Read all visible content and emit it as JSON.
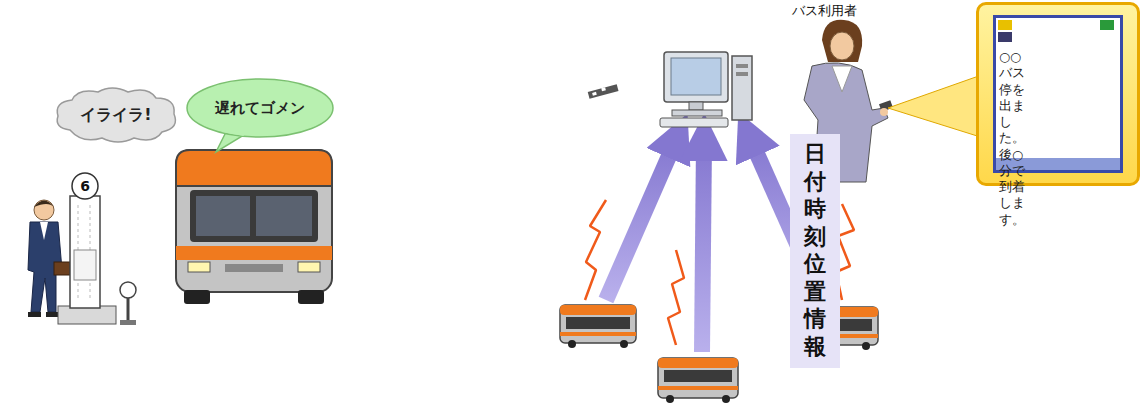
{
  "diagram": {
    "nodes": [
      {
        "text": [
          "イライラ!"
        ]
      },
      {
        "text": [
          "遅れてゴメン"
        ]
      },
      {
        "text": [
          "○○バス停を 出ました。 後○分で到着 します。"
        ]
      },
      {
        "text": [
          "日付 時刻 位置情報"
        ]
      }
    ],
    "labels": [
      "6",
      "バス利用者"
    ]
  }
}
